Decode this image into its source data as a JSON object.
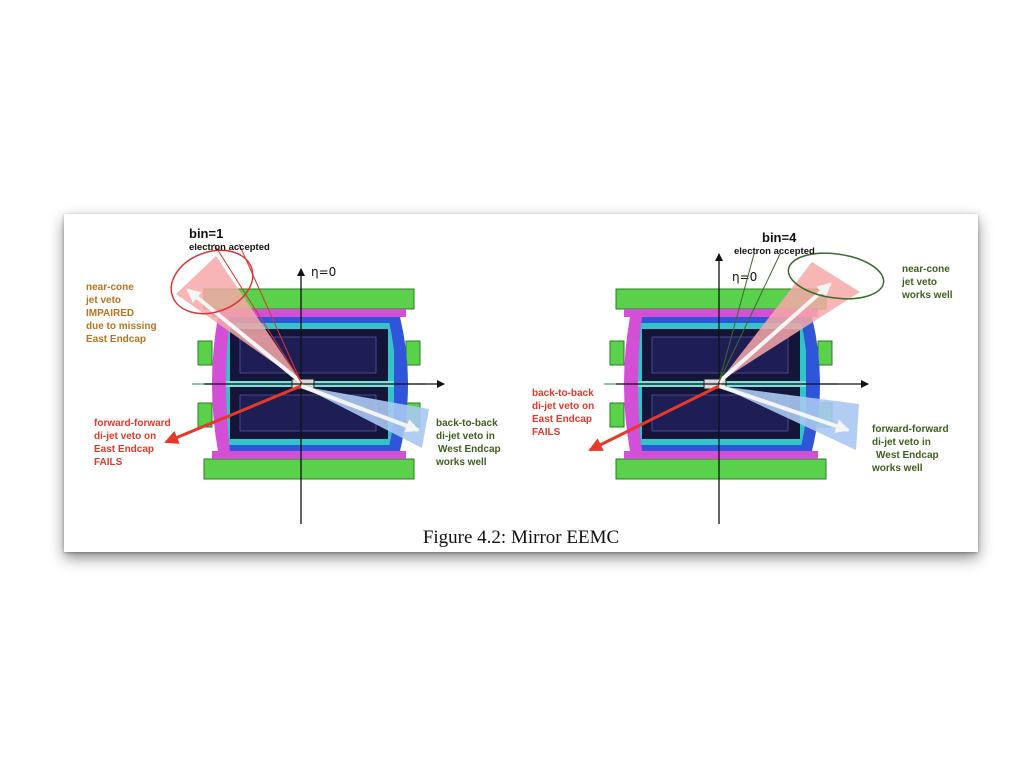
{
  "caption": "Figure 4.2:   Mirror EEMC",
  "colors": {
    "detector_green": "#5ad14a",
    "detector_magenta": "#d24fd6",
    "detector_blue": "#2f56d8",
    "detector_cyan": "#33c4c8",
    "detector_dark": "#15153a",
    "cone_pink": "#f7a8a8",
    "cone_blue": "#a9c8f2",
    "arrow_red": "#e8382a",
    "label_orange": "#b8741f",
    "label_red": "#e8382a",
    "label_green": "#3f5e1f"
  },
  "left_panel": {
    "bin": "bin=1",
    "status": "electron accepted",
    "eta": "η=0",
    "near_cone": [
      "near-cone",
      "jet veto",
      "IMPAIRED",
      "due to missing",
      "East  Endcap"
    ],
    "forward": [
      "forward-forward",
      "di-jet veto on",
      "East  Endcap",
      "FAILS"
    ],
    "back": [
      "back-to-back",
      "di-jet veto in",
      "West Endcap",
      "works well"
    ]
  },
  "right_panel": {
    "bin": "bin=4",
    "status": "electron accepted",
    "eta": "η=0",
    "near_cone": [
      "near-cone",
      "jet veto",
      "works well"
    ],
    "back": [
      "back-to-back",
      "di-jet veto on",
      "East  Endcap",
      "FAILS"
    ],
    "forward": [
      "forward-forward",
      "di-jet veto in",
      "West Endcap",
      "works well"
    ]
  }
}
